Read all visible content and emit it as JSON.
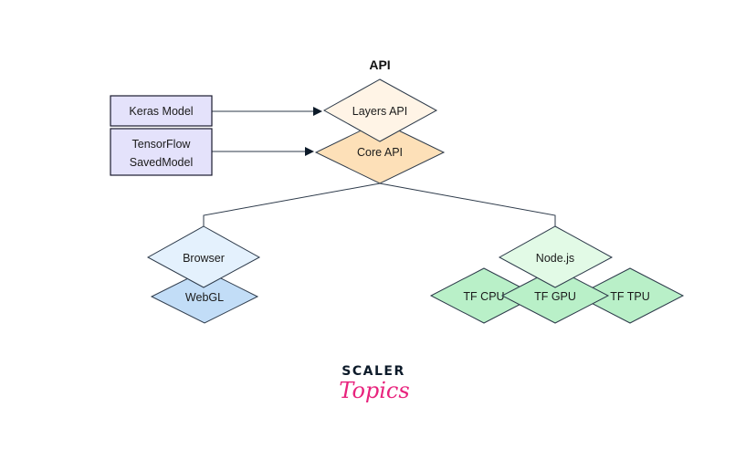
{
  "diagram": {
    "title": "API",
    "inputs": [
      {
        "id": "keras",
        "label_lines": [
          "Keras Model"
        ],
        "target": "layers"
      },
      {
        "id": "saved",
        "label_lines": [
          "TensorFlow",
          "SavedModel"
        ],
        "target": "core"
      }
    ],
    "api_layers": [
      {
        "id": "layers",
        "label": "Layers API",
        "color": "#fff4e6"
      },
      {
        "id": "core",
        "label": "Core API",
        "color": "#fde0b8"
      }
    ],
    "platforms": [
      {
        "id": "browser",
        "label": "Browser",
        "color": "#e4f1fd",
        "backends": [
          {
            "id": "webgl",
            "label": "WebGL",
            "color": "#c2ddf7"
          }
        ]
      },
      {
        "id": "node",
        "label": "Node.js",
        "color": "#e2fae6",
        "backends": [
          {
            "id": "tfcpu",
            "label": "TF CPU",
            "color": "#b9f0c8"
          },
          {
            "id": "tfgpu",
            "label": "TF GPU",
            "color": "#b9f0c8"
          },
          {
            "id": "tftpu",
            "label": "TF TPU",
            "color": "#b9f0c8"
          }
        ]
      }
    ],
    "edges": [
      {
        "from": "keras",
        "to": "layers",
        "type": "arrow"
      },
      {
        "from": "saved",
        "to": "core",
        "type": "arrow"
      },
      {
        "from": "core",
        "to": "browser",
        "type": "line"
      },
      {
        "from": "core",
        "to": "node",
        "type": "line"
      }
    ],
    "colors": {
      "input_box": "#e4e2fb",
      "stroke": "#2d3a4a",
      "logo_dark": "#0d1b2a",
      "logo_accent": "#e8237d"
    }
  },
  "logo": {
    "line1": "SCALER",
    "line2": "Topics"
  }
}
